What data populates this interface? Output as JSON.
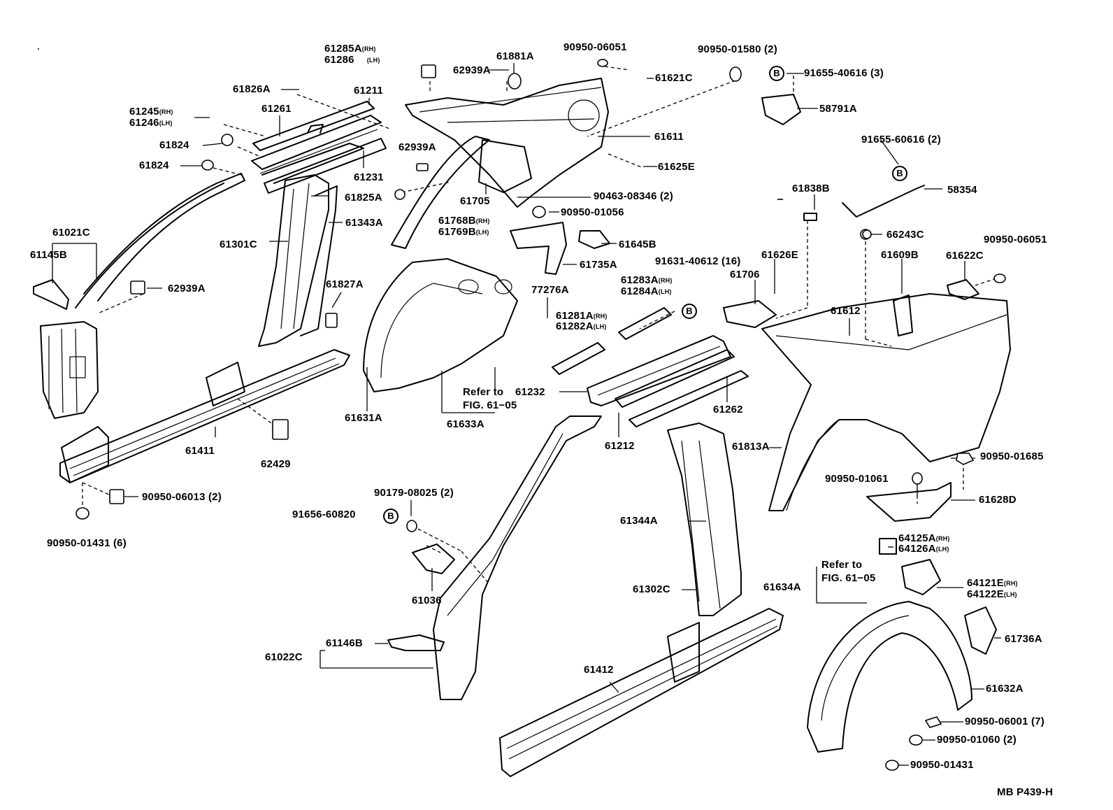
{
  "figure_code": "MB P439-H",
  "callout_letter": "B",
  "parts": {
    "p61285A": {
      "num": "61285A",
      "sfx": "(RH)"
    },
    "p61286": {
      "num": "61286",
      "sfx": "(LH)"
    },
    "p61826A": {
      "num": "61826A"
    },
    "p61211": {
      "num": "61211"
    },
    "p61245": {
      "num": "61245",
      "sfx": "(RH)"
    },
    "p61246": {
      "num": "61246",
      "sfx": "(LH)"
    },
    "p61261": {
      "num": "61261"
    },
    "p61824a": {
      "num": "61824"
    },
    "p61824b": {
      "num": "61824"
    },
    "p61231": {
      "num": "61231"
    },
    "p61825A": {
      "num": "61825A"
    },
    "p61021C": {
      "num": "61021C"
    },
    "p61145B": {
      "num": "61145B"
    },
    "p61301C": {
      "num": "61301C"
    },
    "p61343A": {
      "num": "61343A"
    },
    "p62939A_1": {
      "num": "62939A"
    },
    "p61827A": {
      "num": "61827A"
    },
    "p61411": {
      "num": "61411"
    },
    "p62429": {
      "num": "62429"
    },
    "p90950_06013": {
      "num": "90950-06013 (2)"
    },
    "p90950_01431_6": {
      "num": "90950-01431 (6)"
    },
    "p62939A_2": {
      "num": "62939A"
    },
    "p61881A": {
      "num": "61881A"
    },
    "p90950_06051a": {
      "num": "90950-06051"
    },
    "p90950_01580": {
      "num": "90950-01580 (2)"
    },
    "p91655_40616": {
      "num": "91655-40616 (3)"
    },
    "p61621C": {
      "num": "61621C"
    },
    "p58791A": {
      "num": "58791A"
    },
    "p61611": {
      "num": "61611"
    },
    "p62939A_3": {
      "num": "62939A"
    },
    "p61625E": {
      "num": "61625E"
    },
    "p90463_08346": {
      "num": "90463-08346 (2)"
    },
    "p61705": {
      "num": "61705"
    },
    "p90950_01056": {
      "num": "90950-01056"
    },
    "p61768B": {
      "num": "61768B",
      "sfx": "(RH)"
    },
    "p61769B": {
      "num": "61769B",
      "sfx": "(LH)"
    },
    "p61645B": {
      "num": "61645B"
    },
    "p61735A": {
      "num": "61735A"
    },
    "p77276A": {
      "num": "77276A"
    },
    "p61281A": {
      "num": "61281A",
      "sfx": "(RH)"
    },
    "p61282A": {
      "num": "61282A",
      "sfx": "(LH)"
    },
    "p61283A": {
      "num": "61283A",
      "sfx": "(RH)"
    },
    "p61284A": {
      "num": "61284A",
      "sfx": "(LH)"
    },
    "p91631_40612": {
      "num": "91631-40612 (16)"
    },
    "p61631A": {
      "num": "61631A"
    },
    "p61633A": {
      "num": "61633A"
    },
    "p61232": {
      "num": "61232"
    },
    "p61262": {
      "num": "61262"
    },
    "p61212": {
      "num": "61212"
    },
    "p91655_60616": {
      "num": "91655-60616 (2)"
    },
    "p58354": {
      "num": "58354"
    },
    "p61838B": {
      "num": "61838B"
    },
    "p66243C": {
      "num": "66243C"
    },
    "p90950_06051b": {
      "num": "90950-06051"
    },
    "p61626E": {
      "num": "61626E"
    },
    "p61706": {
      "num": "61706"
    },
    "p61609B": {
      "num": "61609B"
    },
    "p61622C": {
      "num": "61622C"
    },
    "p61612": {
      "num": "61612"
    },
    "p61813A": {
      "num": "61813A"
    },
    "p90950_01685": {
      "num": "90950-01685"
    },
    "p90950_01061": {
      "num": "90950-01061"
    },
    "p61628D": {
      "num": "61628D"
    },
    "p64125A": {
      "num": "64125A",
      "sfx": "(RH)"
    },
    "p64126A": {
      "num": "64126A",
      "sfx": "(LH)"
    },
    "p64121E": {
      "num": "64121E",
      "sfx": "(RH)"
    },
    "p64122E": {
      "num": "64122E",
      "sfx": "(LH)"
    },
    "p61634A": {
      "num": "61634A"
    },
    "p61736A": {
      "num": "61736A"
    },
    "p61632A": {
      "num": "61632A"
    },
    "p90950_06001": {
      "num": "90950-06001 (7)"
    },
    "p90950_01060": {
      "num": "90950-01060 (2)"
    },
    "p90950_01431": {
      "num": "90950-01431"
    },
    "p61344A": {
      "num": "61344A"
    },
    "p61302C": {
      "num": "61302C"
    },
    "p61412": {
      "num": "61412"
    },
    "p90179_08025": {
      "num": "90179-08025 (2)"
    },
    "p91656_60820": {
      "num": "91656-60820"
    },
    "p61036": {
      "num": "61036"
    },
    "p61022C": {
      "num": "61022C"
    },
    "p61146B": {
      "num": "61146B"
    }
  },
  "refer_notes": {
    "left": {
      "line1": "Refer to",
      "line2": "FIG. 61−05"
    },
    "right": {
      "line1": "Refer to",
      "line2": "FIG. 61−05"
    }
  }
}
